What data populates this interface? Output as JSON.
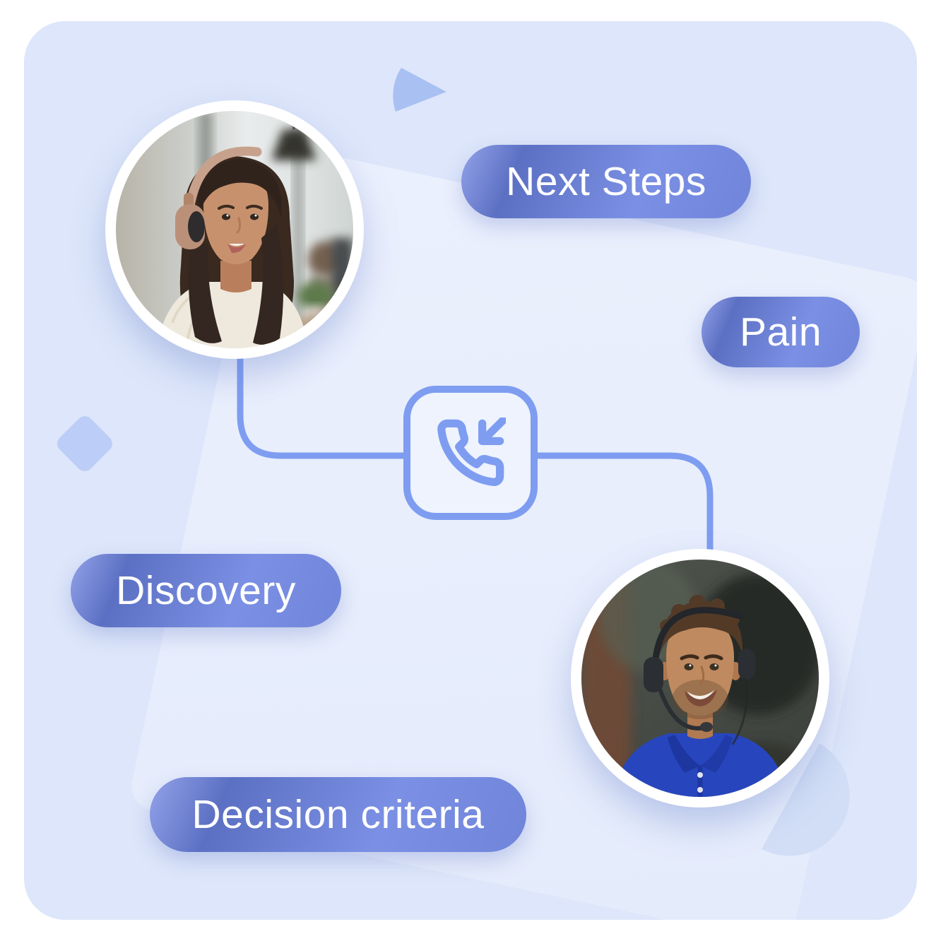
{
  "illustration": {
    "pills": [
      {
        "label": "Next Steps"
      },
      {
        "label": "Pain"
      },
      {
        "label": "Discovery"
      },
      {
        "label": "Decision criteria"
      }
    ],
    "center_icon": "incoming-call-icon",
    "avatars": [
      {
        "name": "female-agent-avatar"
      },
      {
        "name": "male-agent-avatar"
      }
    ],
    "colors": {
      "pill_gradient_dark": "#5c70c3",
      "pill_gradient_light": "#8398ea",
      "connector_line": "#7e9df1",
      "card_background": "#dde6fa",
      "shape_accent": "#b3c5f6"
    }
  }
}
